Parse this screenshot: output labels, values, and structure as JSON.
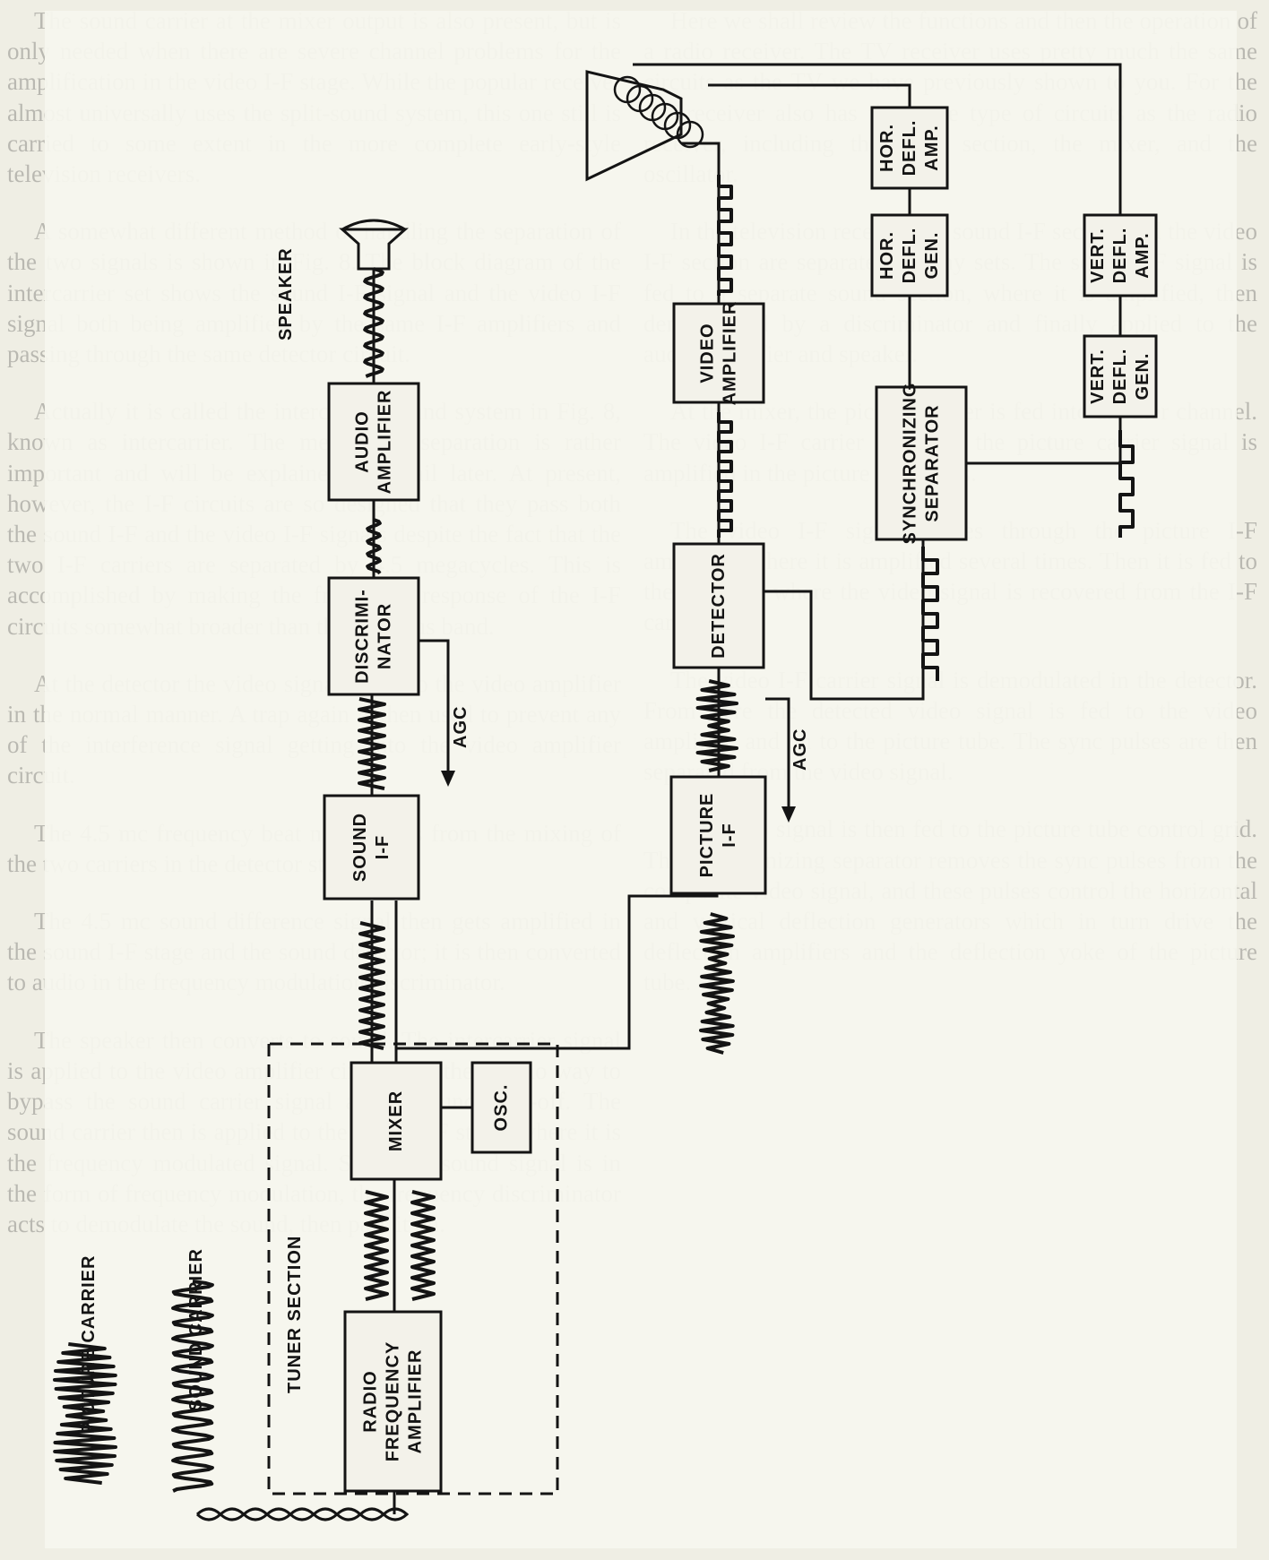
{
  "diagram": {
    "blocks": {
      "rf_amp": [
        "RADIO",
        "FREQUENCY",
        "AMPLIFIER"
      ],
      "mixer": [
        "MIXER"
      ],
      "osc": [
        "OSC."
      ],
      "sound_if": [
        "SOUND",
        "I-F"
      ],
      "discriminator": [
        "DISCRIMI-",
        "NATOR"
      ],
      "audio_amp": [
        "AUDIO",
        "AMPLIFIER"
      ],
      "picture_if": [
        "PICTURE",
        "I-F"
      ],
      "detector": [
        "DETECTOR"
      ],
      "video_amp": [
        "VIDEO",
        "AMPLIFIER"
      ],
      "sync_sep": [
        "SYNCHRONIZING",
        "SEPARATOR"
      ],
      "hor_gen": [
        "HOR.",
        "DEFL.",
        "GEN."
      ],
      "hor_amp": [
        "HOR.",
        "DEFL.",
        "AMP."
      ],
      "vert_gen": [
        "VERT.",
        "DEFL.",
        "GEN."
      ],
      "vert_amp": [
        "VERT.",
        "DEFL.",
        "AMP."
      ]
    },
    "labels": {
      "picture_carrier": "PICTURE CARRIER",
      "sound_carrier": "SOUND CARRIER",
      "tuner_section": "TUNER SECTION",
      "speaker": "SPEAKER",
      "agc_sound": "AGC",
      "agc_picture": "AGC"
    }
  },
  "text": {
    "left_paragraphs": [
      "The sound carrier at the mixer output is also present, but is only needed when there are severe channel problems for the amplification in the video I-F stage. While the popular receiver almost universally uses the split-sound system, this one still is carried to some extent in the more complete early-style television receivers.",
      "A somewhat different method of handling the separation of the two signals is shown in Fig. 8. The block diagram of the intercarrier set shows the sound I-F signal and the video I-F signal both being amplified by the same I-F amplifiers and passing through the same detector circuit.",
      "Actually it is called the intercarrier sound system in Fig. 8, known as intercarrier. The method of separation is rather important and will be explained in detail later. At present, however, the I-F circuits are so designed that they pass both the sound I-F and the video I-F signals despite the fact that the two I-F carriers are separated by 4.5 megacycles. This is accomplished by making the frequency response of the I-F circuits somewhat broader than the previous band.",
      "At the detector the video signal is fed to the video amplifier in the normal manner. A trap again is then used to prevent any of the interference signal getting into the video amplifier circuit.",
      "The 4.5 mc frequency beat note results from the mixing of the two carriers in the detector stage.",
      "The 4.5 mc sound difference signal then gets amplified in the sound I-F stage and the sound detector; it is then converted to audio in the frequency modulation discriminator.",
      "The speaker then converts to sound. The intercarrier signal is applied to the video amplifier circuit, but there is no way to bypass the sound carrier signal at the sound take-off. The sound carrier then is applied to the sound I-F stage, where it is the frequency modulated signal. Since the sound signal is in the form of frequency modulation, the frequency discriminator acts to demodulate the sound, then pass it on."
    ],
    "right_paragraphs": [
      "Here we shall review the functions and then the operation of a radio receiver. The TV receiver uses pretty much the same circuits as the TV we have previously shown to you. For the TV receiver also has the same type of circuits as the radio receiver, including the tuner section, the mixer, and the oscillator.",
      "In the television receiver the sound I-F section and the video I-F section are separate in many sets. The sound I-F signal is fed to a separate sound section, where it is amplified, then demodulated by a discriminator and finally applied to the audio amplifier and speaker.",
      "At the mixer, the picture carrier is fed into another channel. The video I-F carrier which is the picture carrier signal is amplified in the picture I-F stages.",
      "The video I-F signal passes through the picture I-F amplifiers where it is amplified several times. Then it is fed to the detector, where the video signal is recovered from the I-F carrier.",
      "The video I-F carrier signal is demodulated in the detector. From here the detected video signal is fed to the video amplifier, and on to the picture tube. The sync pulses are then separated from the video signal.",
      "The video signal is then fed to the picture tube control grid. The synchronizing separator removes the sync pulses from the composite video signal, and these pulses control the horizontal and vertical deflection generators which in turn drive the deflection amplifiers and the deflection yoke of the picture tube."
    ]
  }
}
